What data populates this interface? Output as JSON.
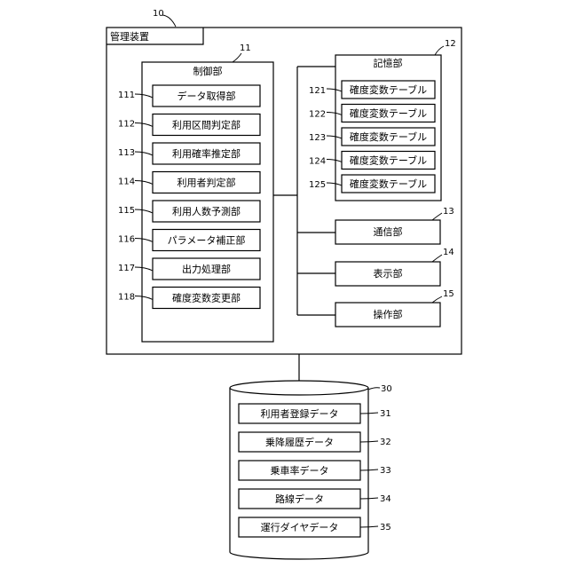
{
  "management_device": {
    "title": "管理装置",
    "ref": "10"
  },
  "control_unit": {
    "title": "制御部",
    "ref": "11",
    "items": [
      {
        "label": "データ取得部",
        "ref": "111"
      },
      {
        "label": "利用区間判定部",
        "ref": "112"
      },
      {
        "label": "利用確率推定部",
        "ref": "113"
      },
      {
        "label": "利用者判定部",
        "ref": "114"
      },
      {
        "label": "利用人数予測部",
        "ref": "115"
      },
      {
        "label": "パラメータ補正部",
        "ref": "116"
      },
      {
        "label": "出力処理部",
        "ref": "117"
      },
      {
        "label": "確度変数変更部",
        "ref": "118"
      }
    ]
  },
  "storage_unit": {
    "title": "記憶部",
    "ref": "12",
    "items": [
      {
        "label": "確度変数テーブル",
        "ref": "121"
      },
      {
        "label": "確度変数テーブル",
        "ref": "122"
      },
      {
        "label": "確度変数テーブル",
        "ref": "123"
      },
      {
        "label": "確度変数テーブル",
        "ref": "124"
      },
      {
        "label": "確度変数テーブル",
        "ref": "125"
      }
    ]
  },
  "communication_unit": {
    "label": "通信部",
    "ref": "13"
  },
  "display_unit": {
    "label": "表示部",
    "ref": "14"
  },
  "operation_unit": {
    "label": "操作部",
    "ref": "15"
  },
  "database": {
    "ref": "30",
    "items": [
      {
        "label": "利用者登録データ",
        "ref": "31"
      },
      {
        "label": "乗降履歴データ",
        "ref": "32"
      },
      {
        "label": "乗車率データ",
        "ref": "33"
      },
      {
        "label": "路線データ",
        "ref": "34"
      },
      {
        "label": "運行ダイヤデータ",
        "ref": "35"
      }
    ]
  }
}
